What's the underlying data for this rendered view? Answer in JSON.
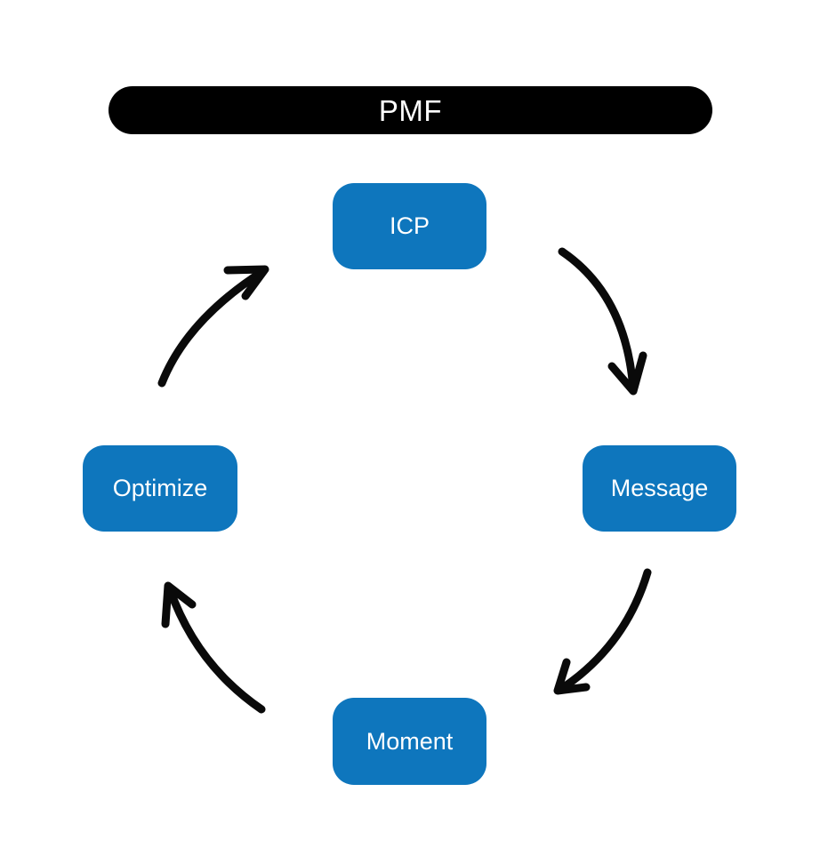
{
  "banner": {
    "label": "PMF"
  },
  "cycle": {
    "nodes": [
      {
        "id": "icp",
        "label": "ICP",
        "position": "top"
      },
      {
        "id": "message",
        "label": "Message",
        "position": "right"
      },
      {
        "id": "moment",
        "label": "Moment",
        "position": "bottom"
      },
      {
        "id": "optimize",
        "label": "Optimize",
        "position": "left"
      }
    ],
    "arrows": [
      {
        "from": "icp",
        "to": "message",
        "direction": "clockwise"
      },
      {
        "from": "message",
        "to": "moment",
        "direction": "clockwise"
      },
      {
        "from": "moment",
        "to": "optimize",
        "direction": "clockwise"
      },
      {
        "from": "optimize",
        "to": "icp",
        "direction": "clockwise"
      }
    ]
  },
  "colors": {
    "background": "#ffffff",
    "banner_bg": "#000000",
    "banner_text": "#ffffff",
    "node_bg": "#0e76bd",
    "node_text": "#ffffff",
    "arrow": "#0a0a0a"
  }
}
